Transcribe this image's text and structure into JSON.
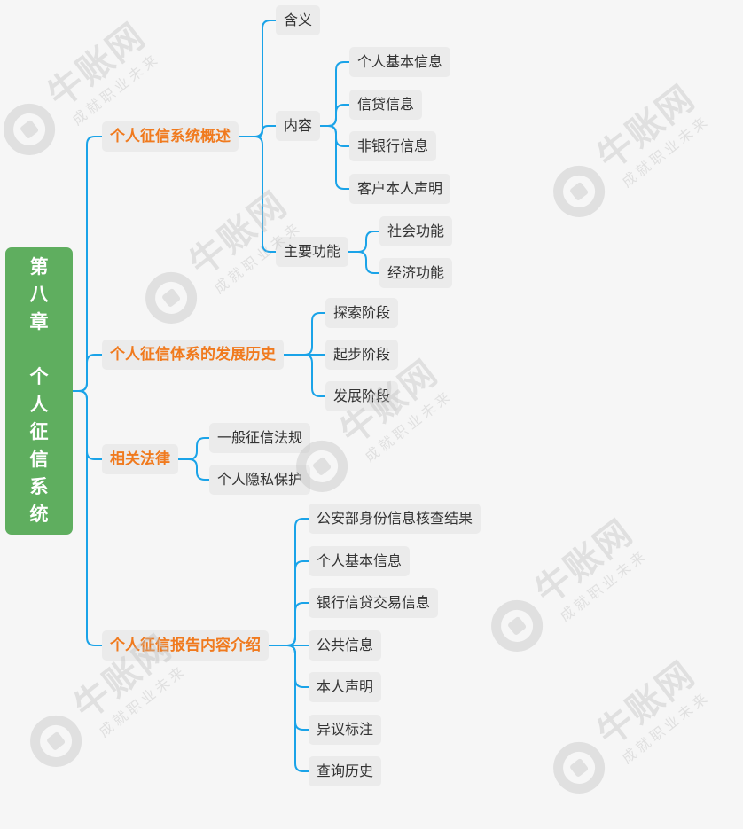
{
  "root": {
    "title": "第\n八\n章\n\n个\n人\n征\n信\n系\n统"
  },
  "branches": [
    {
      "label": "个人征信系统概述",
      "children": [
        {
          "label": "含义"
        },
        {
          "label": "内容",
          "children": [
            {
              "label": "个人基本信息"
            },
            {
              "label": "信贷信息"
            },
            {
              "label": "非银行信息"
            },
            {
              "label": "客户本人声明"
            }
          ]
        },
        {
          "label": "主要功能",
          "children": [
            {
              "label": "社会功能"
            },
            {
              "label": "经济功能"
            }
          ]
        }
      ]
    },
    {
      "label": "个人征信体系的发展历史",
      "children": [
        {
          "label": "探索阶段"
        },
        {
          "label": "起步阶段"
        },
        {
          "label": "发展阶段"
        }
      ]
    },
    {
      "label": "相关法律",
      "children": [
        {
          "label": "一般征信法规"
        },
        {
          "label": "个人隐私保护"
        }
      ]
    },
    {
      "label": "个人征信报告内容介绍",
      "children": [
        {
          "label": "公安部身份信息核查结果"
        },
        {
          "label": "个人基本信息"
        },
        {
          "label": "银行信贷交易信息"
        },
        {
          "label": "公共信息"
        },
        {
          "label": "本人声明"
        },
        {
          "label": "异议标注"
        },
        {
          "label": "查询历史"
        }
      ]
    }
  ],
  "watermark": {
    "brand": "牛账网",
    "slogan": "成就职业未来"
  },
  "colors": {
    "line": "#1aa3e8",
    "root_bg": "#5fae5f",
    "branch_text": "#f07a1e",
    "node_bg": "#ebebeb"
  }
}
